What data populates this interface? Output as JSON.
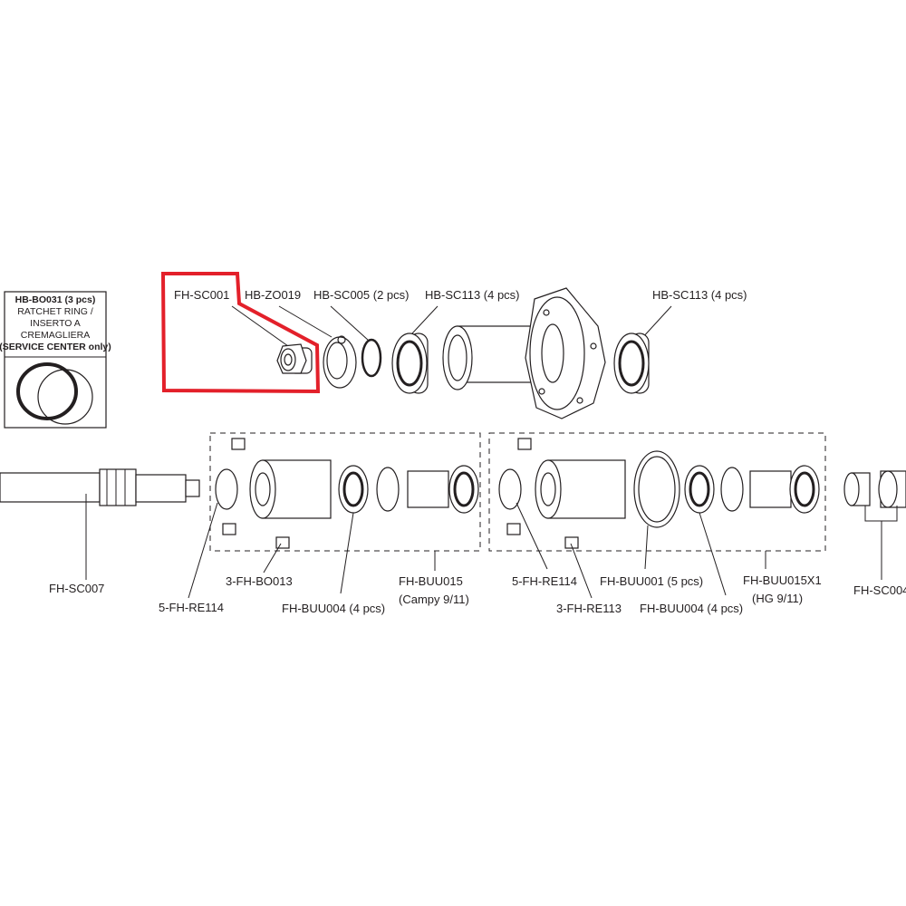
{
  "ratchet_box": {
    "title": "HB-BO031 (3 pcs)",
    "line1": "RATCHET RING /",
    "line2": "INSERTO A",
    "line3": "CREMAGLIERA",
    "line4": "(SERVICE CENTER only)"
  },
  "highlight_color": "#e3202a",
  "labels": {
    "fh_sc001": "FH-SC001",
    "hb_zo019": "HB-ZO019",
    "hb_sc005": "HB-SC005 (2 pcs)",
    "hb_sc113_left": "HB-SC113 (4 pcs)",
    "hb_sc113_right": "HB-SC113 (4 pcs)",
    "fh_sc007": "FH-SC007",
    "re114_left": "5-FH-RE114",
    "bo013": "3-FH-BO013",
    "buu004_left": "FH-BUU004 (4 pcs)",
    "buu015": "FH-BUU015",
    "buu015_sub": "(Campy 9/11)",
    "re114_right": "5-FH-RE114",
    "re113": "3-FH-RE113",
    "buu001": "FH-BUU001 (5 pcs)",
    "buu004_right": "FH-BUU004 (4 pcs)",
    "buu015x1": "FH-BUU015X1",
    "buu015x1_sub": "(HG 9/11)",
    "fh_sc004": "FH-SC004"
  }
}
